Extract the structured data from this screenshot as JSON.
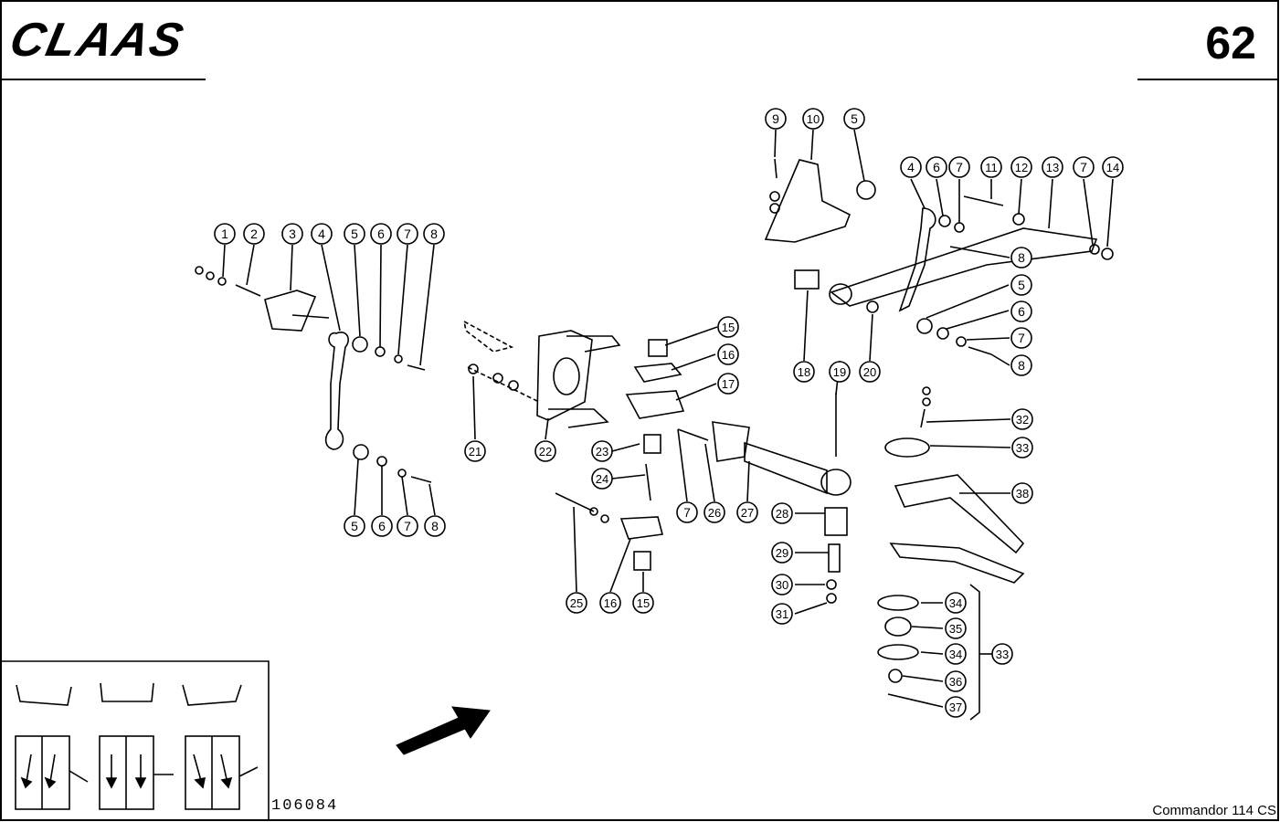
{
  "header": {
    "brand": "CLAAS",
    "page_number": "62"
  },
  "footer": {
    "drawing_number": "106084",
    "model": "Commandor 114 CS"
  },
  "callouts": [
    "1",
    "2",
    "3",
    "4",
    "5",
    "6",
    "7",
    "8",
    "5",
    "6",
    "7",
    "8",
    "9",
    "10",
    "5",
    "4",
    "6",
    "7",
    "11",
    "12",
    "13",
    "7",
    "14",
    "8",
    "5",
    "6",
    "7",
    "8",
    "15",
    "16",
    "17",
    "18",
    "19",
    "20",
    "21",
    "22",
    "23",
    "24",
    "7",
    "26",
    "27",
    "28",
    "29",
    "30",
    "31",
    "25",
    "16",
    "15",
    "32",
    "33",
    "38",
    "34",
    "35",
    "34",
    "36",
    "37",
    "33"
  ],
  "colors": {
    "ink": "#000000",
    "paper": "#ffffff"
  }
}
